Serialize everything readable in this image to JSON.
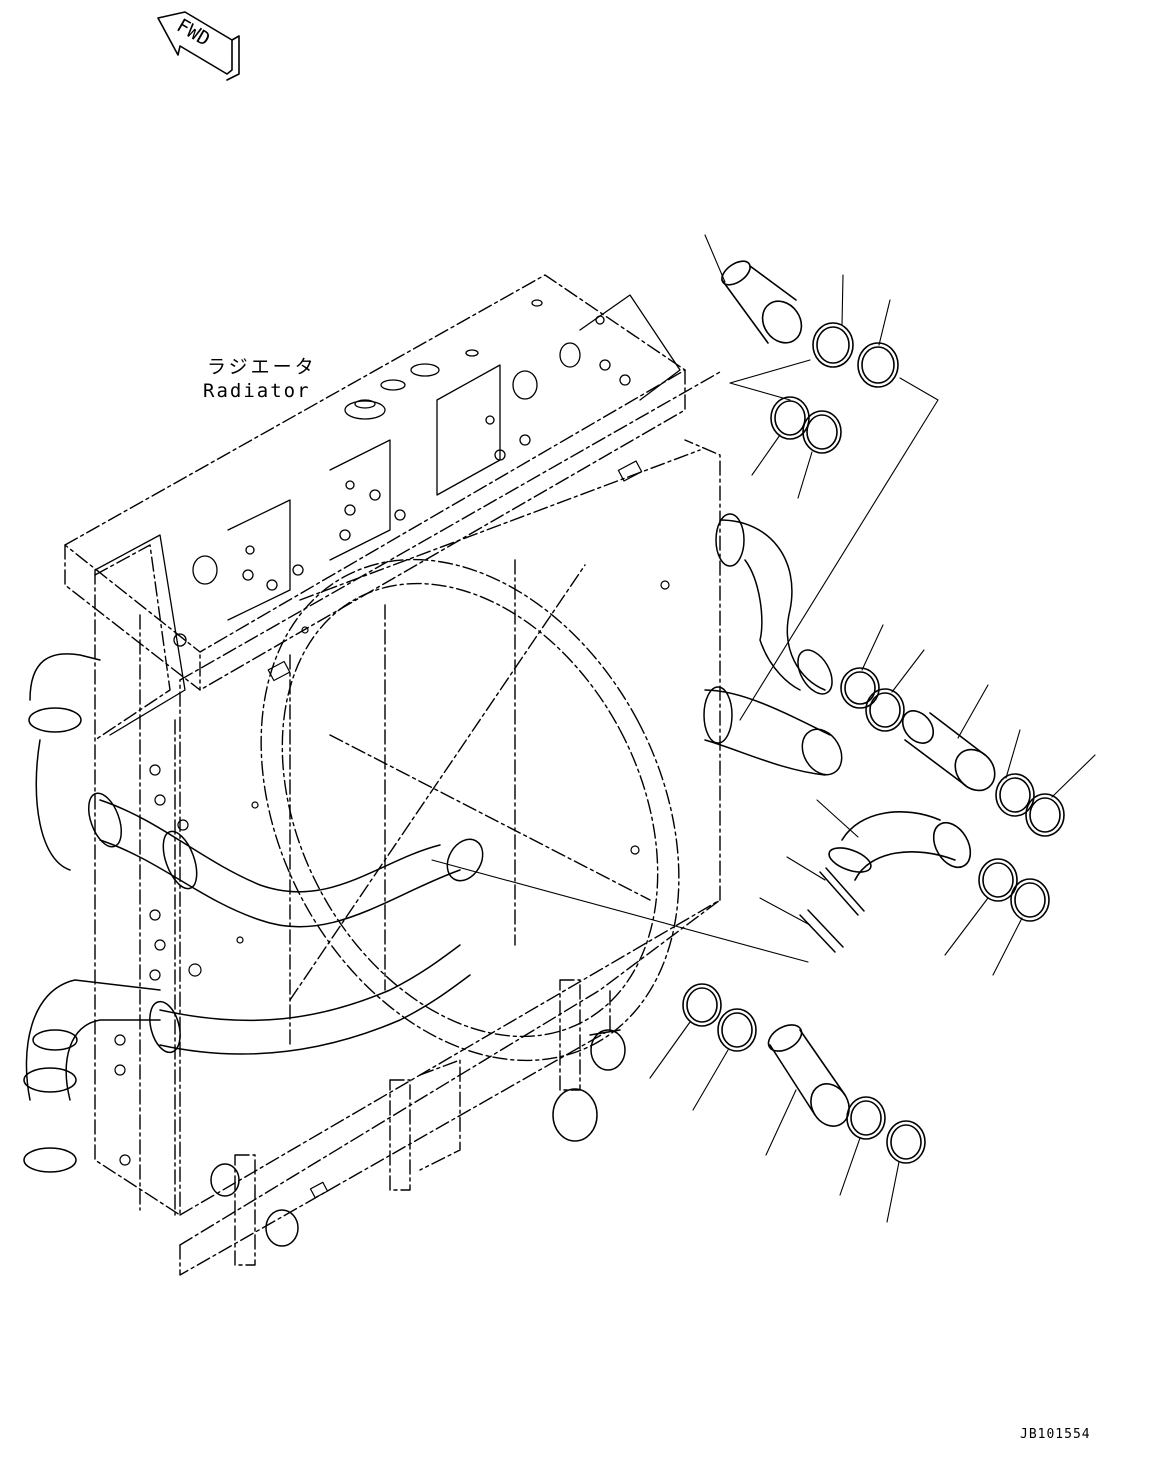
{
  "direction_marker": {
    "text": "FWD"
  },
  "part_label": {
    "japanese": "ラジエータ",
    "english": "Radiator"
  },
  "drawing_id": "JB101554",
  "icons": [
    "fwd-arrow-icon",
    "radiator-assembly-icon",
    "hose-icon",
    "hose-clamp-icon",
    "elbow-hose-icon",
    "pin-icon"
  ],
  "colors": {
    "line": "#000000",
    "background": "#ffffff"
  }
}
